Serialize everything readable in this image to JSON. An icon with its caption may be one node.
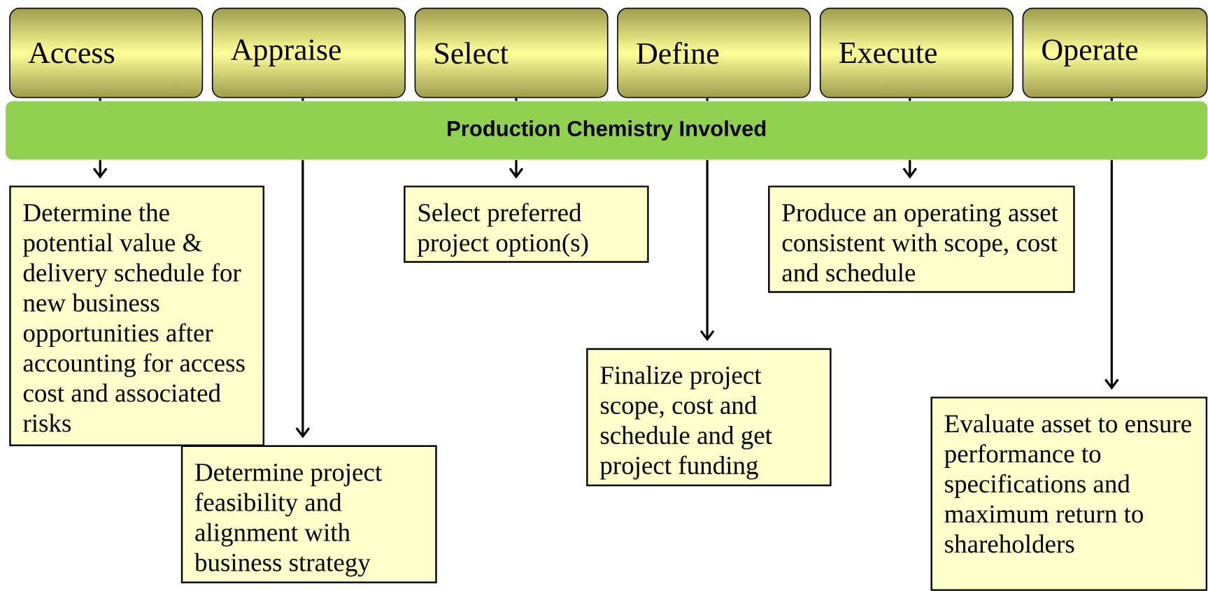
{
  "diagram": {
    "nodes": [
      {
        "text": [
          "Access"
        ]
      },
      {
        "text": [
          "Appraise"
        ]
      },
      {
        "text": [
          "Select"
        ]
      },
      {
        "text": [
          "Define"
        ]
      },
      {
        "text": [
          "Execute"
        ]
      },
      {
        "text": [
          "Operate"
        ]
      },
      {
        "text": [
          "Production Chemistry Involved"
        ]
      },
      {
        "text": [
          "Determine the potential value & delivery schedule for new business opportunities after accounting for access cost and associated risks"
        ]
      },
      {
        "text": [
          "Determine project feasibility and alignment with business strategy"
        ]
      },
      {
        "text": [
          "Select preferred project option(s)"
        ]
      },
      {
        "text": [
          "Finalize project scope, cost and schedule and get project funding"
        ]
      },
      {
        "text": [
          "Produce an operating asset consistent with scope, cost and schedule"
        ]
      },
      {
        "text": [
          "Evaluate asset to ensure performance to specifications and maximum return to shareholders"
        ]
      }
    ],
    "edges": [
      {
        "from": 0,
        "to": 6,
        "arrow": "none"
      },
      {
        "from": 6,
        "to": 7,
        "arrow": "to"
      },
      {
        "from": 1,
        "to": 6,
        "arrow": "none"
      },
      {
        "from": 6,
        "to": 8,
        "arrow": "to"
      },
      {
        "from": 2,
        "to": 6,
        "arrow": "none"
      },
      {
        "from": 6,
        "to": 9,
        "arrow": "to"
      },
      {
        "from": 3,
        "to": 6,
        "arrow": "none"
      },
      {
        "from": 6,
        "to": 10,
        "arrow": "to"
      },
      {
        "from": 4,
        "to": 6,
        "arrow": "none"
      },
      {
        "from": 6,
        "to": 11,
        "arrow": "to"
      },
      {
        "from": 5,
        "to": 6,
        "arrow": "none"
      },
      {
        "from": 6,
        "to": 12,
        "arrow": "to"
      }
    ]
  }
}
